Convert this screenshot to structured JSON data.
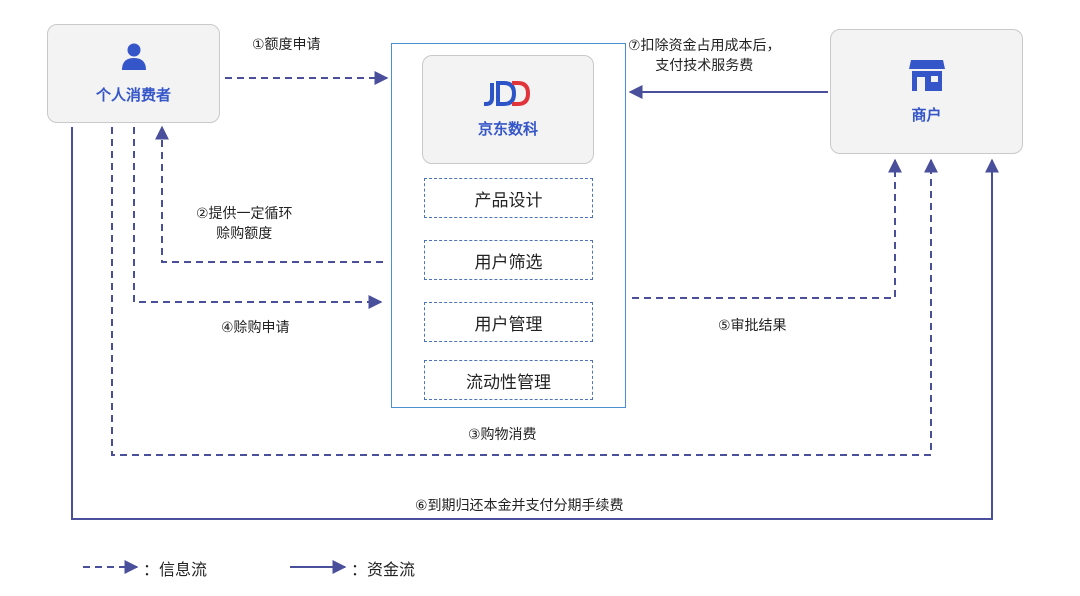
{
  "nodes": {
    "consumer": {
      "label": "个人消费者",
      "icon": "person-icon"
    },
    "merchant": {
      "label": "商户",
      "icon": "store-icon"
    },
    "platform": {
      "logo_text": "JDD",
      "label": "京东数科",
      "functions": [
        "产品设计",
        "用户筛选",
        "用户管理",
        "流动性管理"
      ]
    }
  },
  "flows": {
    "f1": {
      "label": "①额度申请",
      "type": "info"
    },
    "f2": {
      "label_line1": "②提供一定循环",
      "label_line2": "赊购额度",
      "type": "info"
    },
    "f3": {
      "label": "③购物消费",
      "type": "info"
    },
    "f4": {
      "label": "④赊购申请",
      "type": "info"
    },
    "f5": {
      "label": "⑤审批结果",
      "type": "info"
    },
    "f6": {
      "label": "⑥到期归还本金并支付分期手续费",
      "type": "fund"
    },
    "f7": {
      "label_line1": "⑦扣除资金占用成本后，",
      "label_line2": "支付技术服务费",
      "type": "fund"
    }
  },
  "legend": {
    "info": "：信息流",
    "fund": "：资金流"
  },
  "colors": {
    "line": "#4a4f9c",
    "accent": "#3556c8",
    "logo_red": "#e1343a"
  }
}
